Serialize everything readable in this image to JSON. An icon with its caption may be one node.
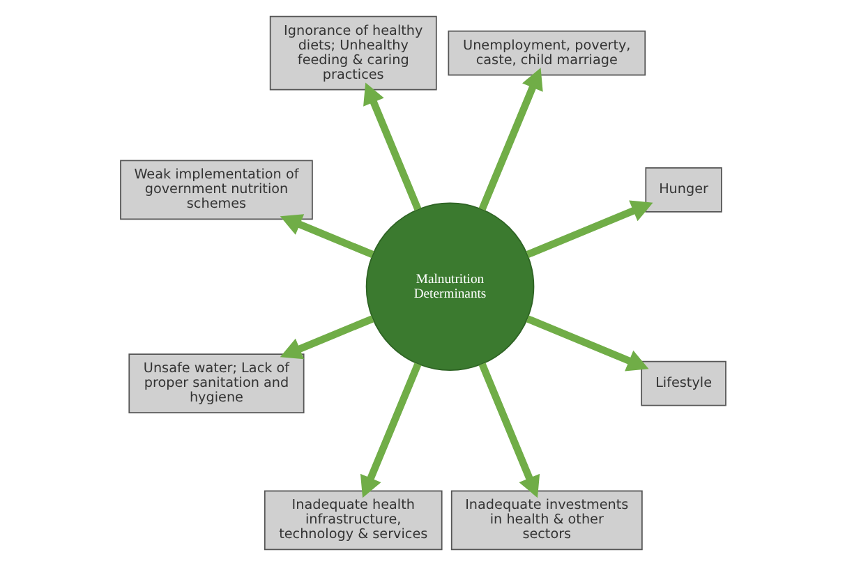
{
  "diagram": {
    "nodes": [
      {
        "text": [
          "Hunger"
        ]
      },
      {
        "text": [
          "Unemployment, poverty, caste, child marriage"
        ]
      },
      {
        "text": [
          "Ignorance of healthy diets; Unhealthy feeding & caring practices"
        ]
      },
      {
        "text": [
          "Weak implementation of government nutrition schemes"
        ]
      },
      {
        "text": [
          "Malnutrition Determinants"
        ]
      },
      {
        "text": [
          "Unsafe water; Lack of proper sanitation and hygiene"
        ]
      },
      {
        "text": [
          "Inadequate health infrastructure, technology & services"
        ]
      },
      {
        "text": [
          "Inadequate investments in health & other sectors"
        ]
      },
      {
        "text": [
          "Lifestyle"
        ]
      }
    ],
    "edges": [
      {
        "from": 4,
        "to": 0,
        "arrow": "to"
      },
      {
        "from": 4,
        "to": 2,
        "arrow": "to"
      },
      {
        "from": 4,
        "to": 5,
        "arrow": "to"
      },
      {
        "from": 4,
        "to": 7,
        "arrow": "to"
      },
      {
        "from": 4,
        "to": 8,
        "arrow": "to"
      },
      {
        "from": 4,
        "to": 6,
        "arrow": "to"
      },
      {
        "from": 4,
        "to": 3,
        "arrow": "to"
      },
      {
        "from": 4,
        "to": 1,
        "arrow": "to"
      }
    ]
  }
}
